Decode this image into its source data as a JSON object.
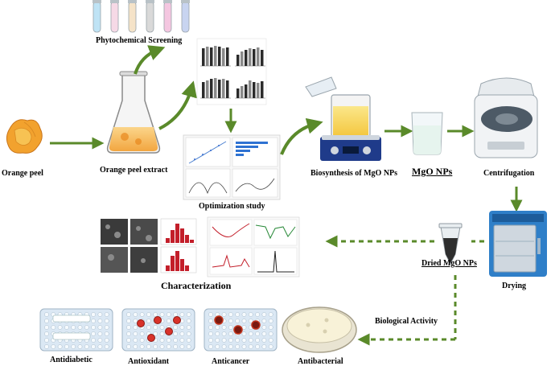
{
  "labels": {
    "orange_peel": "Orange peel",
    "orange_peel_extract": "Orange peel extract",
    "phytochemical_screening": "Phytochemical Screening",
    "optimization_study": "Optimization study",
    "biosynthesis": "Biosynthesis of MgO NPs",
    "mgo_nps": "MgO NPs",
    "centrifugation": "Centrifugation",
    "drying": "Drying",
    "dried_mgo_nps": "Dried MgO NPs",
    "characterization": "Characterization",
    "biological_activity": "Biological Activity",
    "antidiabetic": "Antidiabetic",
    "antioxidant": "Antioxidant",
    "anticancer": "Anticancer",
    "antibacterial": "Antibacterial"
  },
  "colors": {
    "arrow_green": "#5a8a2a",
    "dashed_green": "#5a8a2a",
    "orange": "#f0a030",
    "plate_blue": "#dbe8f4",
    "drying_oven": "#2f7fc8",
    "hotplate": "#1f3b8a"
  },
  "test_tube_colors": [
    "#bfe3f5",
    "#f6d9e6",
    "#f5e3c8",
    "#d9d9d9",
    "#f4c6e0",
    "#c8d4f0"
  ],
  "icons": [
    "orange-peel-icon",
    "erlenmeyer-flask-icon",
    "test-tubes-icon",
    "bar-chart-icon",
    "optimization-plots-icon",
    "beaker-hotplate-icon",
    "beaker-icon",
    "centrifuge-icon",
    "oven-icon",
    "microtube-icon",
    "sem-images-icon",
    "spectra-icon",
    "well-plate-icon",
    "petri-dish-icon"
  ]
}
